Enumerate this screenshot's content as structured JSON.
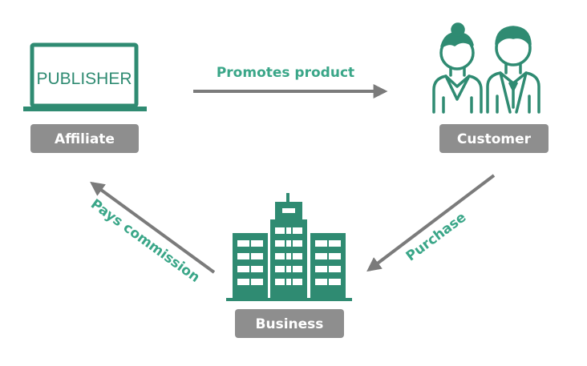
{
  "colors": {
    "accent": "#2f8b72",
    "label_text": "#3aa688",
    "arrow": "#7b7b7b",
    "badge": "#8e8e8e"
  },
  "nodes": {
    "affiliate": {
      "icon": "laptop-icon",
      "screen_text": "PUBLISHER",
      "label": "Affiliate"
    },
    "customer": {
      "icon": "people-icon",
      "label": "Customer"
    },
    "business": {
      "icon": "building-icon",
      "label": "Business"
    }
  },
  "edges": {
    "promotes": {
      "from": "Affiliate",
      "to": "Customer",
      "label": "Promotes product"
    },
    "purchase": {
      "from": "Customer",
      "to": "Business",
      "label": "Purchase"
    },
    "pays": {
      "from": "Business",
      "to": "Affiliate",
      "label": "Pays commission"
    }
  }
}
